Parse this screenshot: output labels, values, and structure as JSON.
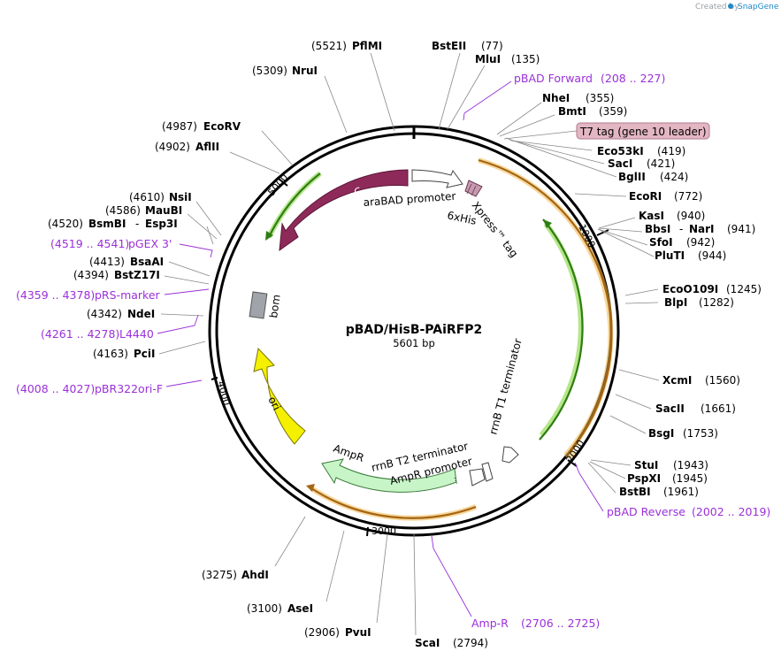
{
  "watermark": {
    "prefix": "Created by",
    "brand": "SnapGene"
  },
  "plasmid": {
    "name": "pBAD/HisB-PAiRFP2",
    "size_label": "5601 bp"
  },
  "ticks": [
    "1000",
    "2000",
    "3000",
    "4000",
    "5000"
  ],
  "sites": [
    {
      "pos": "(5521)",
      "name": "PflMI"
    },
    {
      "pos": "(77)",
      "name": "BstEII"
    },
    {
      "pos": "(135)",
      "name": "MluI"
    },
    {
      "pos": "(5309)",
      "name": "NruI"
    },
    {
      "pos": "(355)",
      "name": "NheI"
    },
    {
      "pos": "(359)",
      "name": "BmtI"
    },
    {
      "pos": "(4987)",
      "name": "EcoRV"
    },
    {
      "pos": "(4902)",
      "name": "AflII"
    },
    {
      "pos": "(419)",
      "name": "Eco53kI"
    },
    {
      "pos": "(421)",
      "name": "SacI"
    },
    {
      "pos": "(424)",
      "name": "BglII"
    },
    {
      "pos": "(772)",
      "name": "EcoRI"
    },
    {
      "pos": "(4610)",
      "name": "NsiI"
    },
    {
      "pos": "(4586)",
      "name": "MauBI"
    },
    {
      "pos": "(4520)",
      "name": "BsmBI",
      "name2": "Esp3I"
    },
    {
      "pos": "(940)",
      "name": "KasI"
    },
    {
      "pos": "(941)",
      "name": "BbsI",
      "name2": "NarI"
    },
    {
      "pos": "(942)",
      "name": "SfoI"
    },
    {
      "pos": "(944)",
      "name": "PluTI"
    },
    {
      "pos": "(4413)",
      "name": "BsaAI"
    },
    {
      "pos": "(4394)",
      "name": "BstZ17I"
    },
    {
      "pos": "(1245)",
      "name": "EcoO109I"
    },
    {
      "pos": "(1282)",
      "name": "BlpI"
    },
    {
      "pos": "(4342)",
      "name": "NdeI"
    },
    {
      "pos": "(4163)",
      "name": "PciI"
    },
    {
      "pos": "(1560)",
      "name": "XcmI"
    },
    {
      "pos": "(1661)",
      "name": "SacII"
    },
    {
      "pos": "(1753)",
      "name": "BsgI"
    },
    {
      "pos": "(1943)",
      "name": "StuI"
    },
    {
      "pos": "(1945)",
      "name": "PspXI"
    },
    {
      "pos": "(1961)",
      "name": "BstBI"
    },
    {
      "pos": "(3275)",
      "name": "AhdI"
    },
    {
      "pos": "(3100)",
      "name": "AseI"
    },
    {
      "pos": "(2906)",
      "name": "PvuI"
    },
    {
      "pos": "(2794)",
      "name": "ScaI"
    }
  ],
  "primers": [
    {
      "name": "pBAD Forward",
      "range": "(208 .. 227)"
    },
    {
      "name": "pGEX 3'",
      "range": "(4519 .. 4541)"
    },
    {
      "name": "pRS-marker",
      "range": "(4359 .. 4378)"
    },
    {
      "name": "L4440",
      "range": "(4261 .. 4278)"
    },
    {
      "name": "pBR322ori-F",
      "range": "(4008 .. 4027)"
    },
    {
      "name": "pBAD Reverse",
      "range": "(2002 .. 2019)"
    },
    {
      "name": "Amp-R",
      "range": "(2706 .. 2725)"
    }
  ],
  "features": {
    "t7_tag": "T7 tag (gene 10 leader)",
    "araC": "araC",
    "araBAD_promoter": "araBAD promoter",
    "his6": "6xHis",
    "xpress_tag": "Xpress™ tag",
    "bom": "bom",
    "ori": "ori",
    "ampR": "AmpR",
    "rrnB_T2": "rrnB T2 terminator",
    "ampR_promoter": "AmpR promoter",
    "rrnB_T1": "rrnB T1 terminator"
  },
  "colors": {
    "araC": "#8e2a5a",
    "ori": "#f5f000",
    "ampR": "#c8f5c8",
    "orf_outline": "#f0b848",
    "orf_inner": "#4ea82a",
    "primer": "#9b30d9",
    "t7_box": "#e3b6c4",
    "bom": "#a0a4aa"
  }
}
